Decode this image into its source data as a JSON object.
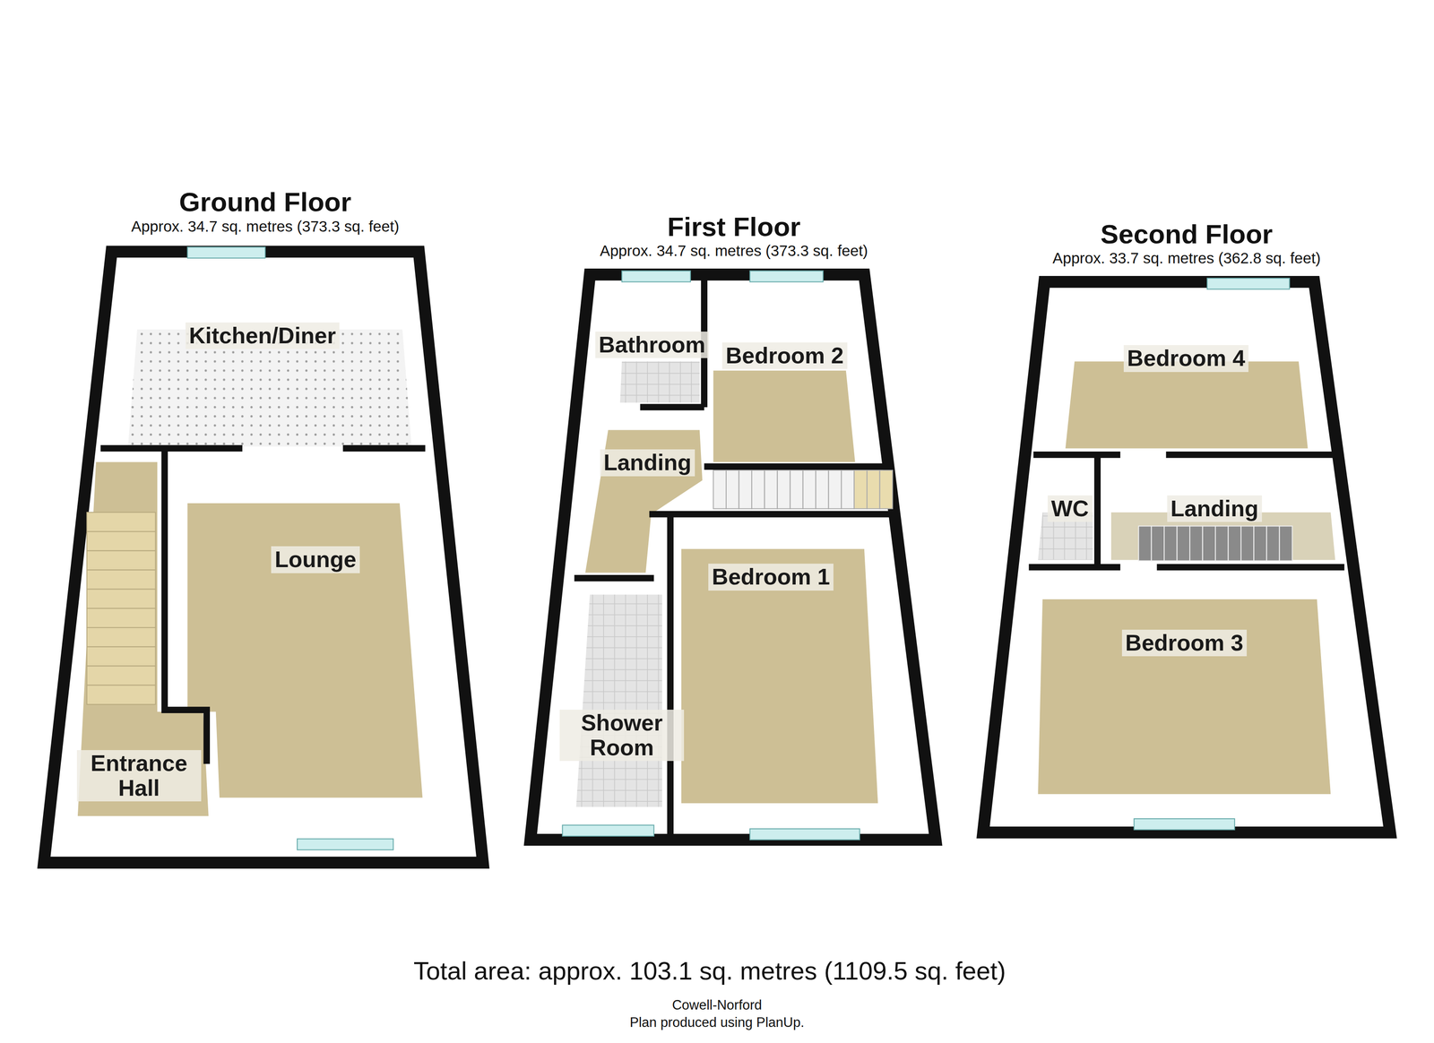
{
  "diagram": {
    "caption": "Total area: approx. 103.1 sq. metres (1109.5 sq. feet)",
    "nodes": [
      {
        "text": [
          "Ground Floor",
          "Approx. 34.7 sq. metres (373.3 sq. feet)"
        ]
      },
      {
        "text": [
          "Kitchen/Diner"
        ],
        "in": 0
      },
      {
        "text": [
          "Lounge"
        ],
        "in": 0
      },
      {
        "text": [
          "Entrance Hall"
        ],
        "in": 0
      },
      {
        "text": [
          "First Floor",
          "Approx. 34.7 sq. metres (373.3 sq. feet)"
        ]
      },
      {
        "text": [
          "Bathroom"
        ],
        "in": 4
      },
      {
        "text": [
          "Bedroom 2"
        ],
        "in": 4
      },
      {
        "text": [
          "Landing"
        ],
        "in": 4
      },
      {
        "text": [
          "Bedroom 1"
        ],
        "in": 4
      },
      {
        "text": [
          "Shower Room"
        ],
        "in": 4
      },
      {
        "text": [
          "Second Floor",
          "Approx. 33.7 sq. metres (362.8 sq. feet)"
        ]
      },
      {
        "text": [
          "Bedroom 4"
        ],
        "in": 10
      },
      {
        "text": [
          "WC"
        ],
        "in": 10
      },
      {
        "text": [
          "Landing"
        ],
        "in": 10
      },
      {
        "text": [
          "Bedroom 3"
        ],
        "in": 10
      }
    ],
    "labels": [
      "Cowell-Norford",
      "Plan produced using PlanUp."
    ]
  }
}
